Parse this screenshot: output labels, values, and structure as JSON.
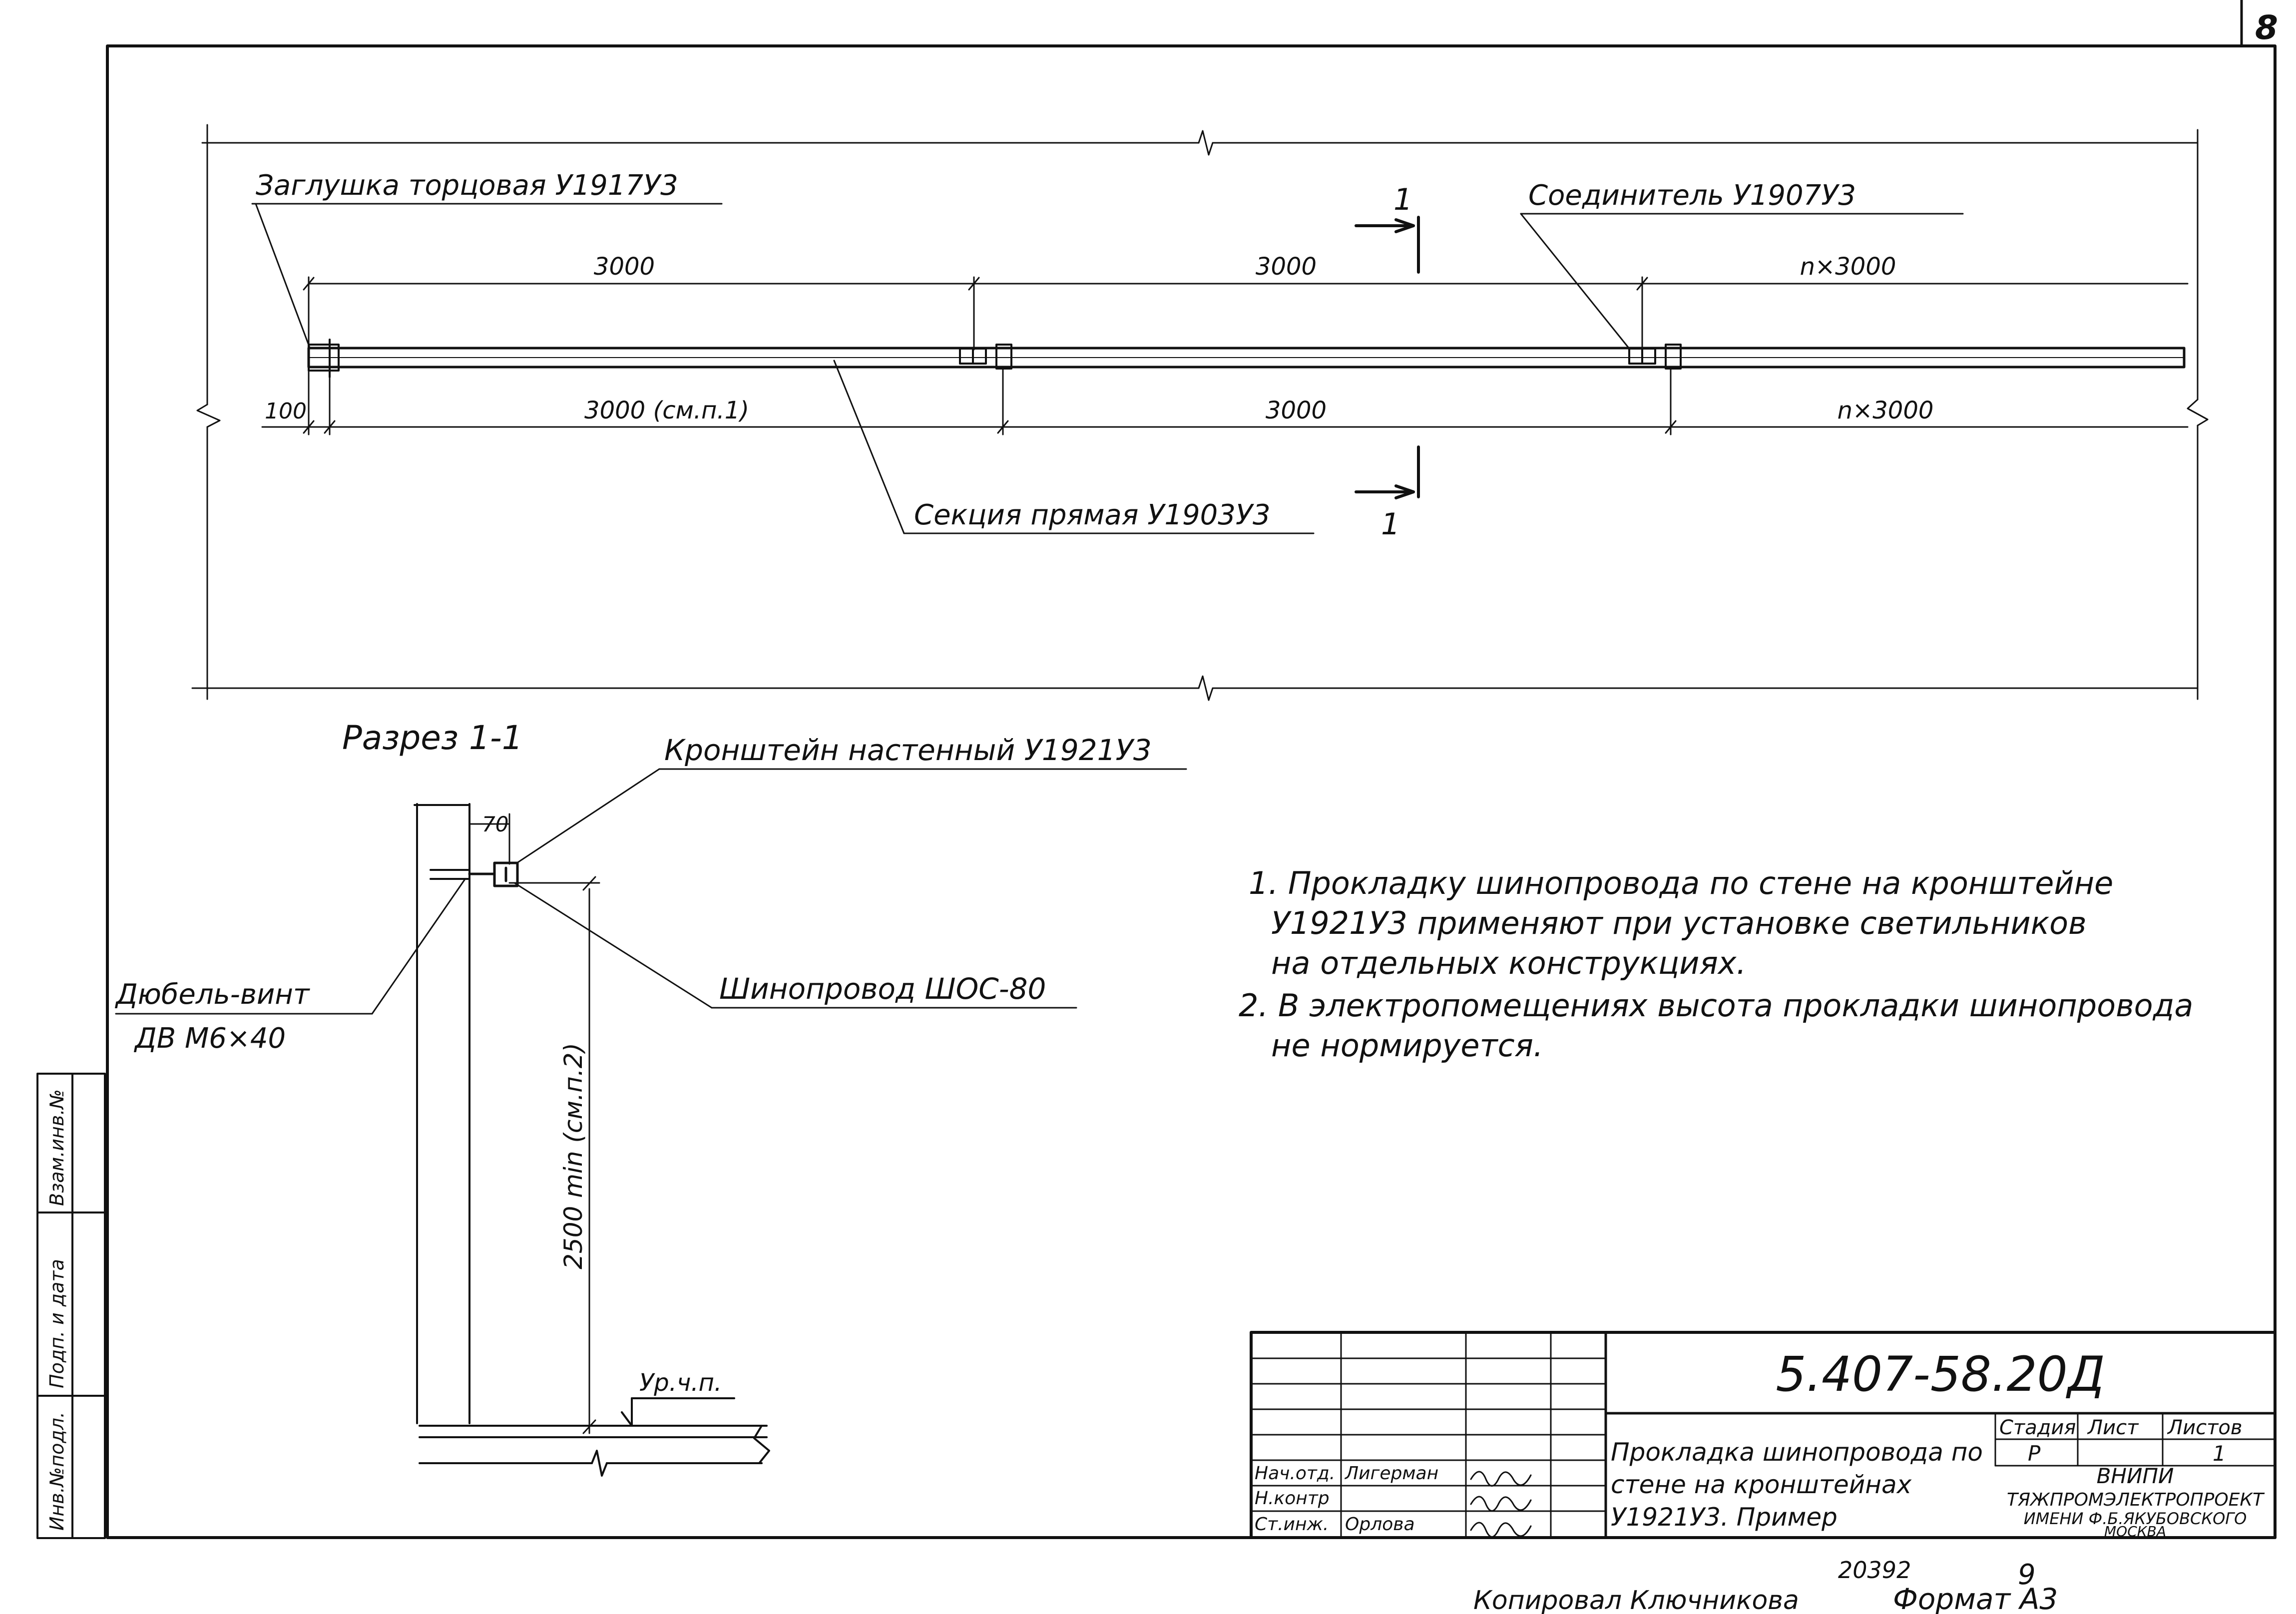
{
  "sheet_number": "8",
  "plan": {
    "labels": {
      "end_cap": "Заглушка торцовая У1917У3",
      "connector": "Соединитель У1907У3",
      "straight_section": "Секция прямая У1903У3"
    },
    "dimensions_top": [
      "3000",
      "3000",
      "n×3000"
    ],
    "dimensions_bottom": [
      "100",
      "3000 (см.п.1)",
      "3000",
      "n×3000"
    ],
    "section_mark": "1"
  },
  "section": {
    "title": "Разрез 1-1",
    "bracket": "Кронштейн настенный У1921У3",
    "bracket_offset": "70",
    "dowel_line1": "Дюбель-винт",
    "dowel_line2": "ДВ М6×40",
    "busway": "Шинопровод ШОС-80",
    "height": "2500 min (см.п.2)",
    "floor_level": "Ур.ч.п."
  },
  "notes": [
    "1. Прокладку шинопровода по стене на кронштейне",
    "У1921У3 применяют при установке светильников",
    "на отдельных конструкциях.",
    "2. В электропомещениях высота прокладки шинопровода",
    "не нормируется."
  ],
  "side_stamp": [
    "Взам.инв.№",
    "Подп. и дата",
    "Инв.№подл."
  ],
  "title_block": {
    "code": "5.407-58.20Д",
    "description": [
      "Прокладка шинопровода по",
      "стене на кронштейнах",
      "У1921У3. Пример"
    ],
    "stage_label": "Стадия",
    "sheet_label": "Лист",
    "sheets_label": "Листов",
    "stage": "Р",
    "sheets_total": "1",
    "roles": [
      {
        "role": "Нач.отд.",
        "name": "Лигерман"
      },
      {
        "role": "Н.контр",
        "name": ""
      },
      {
        "role": "Ст.инж.",
        "name": "Орлова"
      }
    ],
    "organization": [
      "ВНИПИ",
      "ТЯЖПРОМЭЛЕКТРОПРОЕКТ",
      "ИМЕНИ Ф.Б.ЯКУБОВСКОГО",
      "МОСКВА"
    ]
  },
  "footer": {
    "copied": "Копировал Ключникова",
    "order_number": "20392",
    "page": "9",
    "format": "Формат А3"
  }
}
